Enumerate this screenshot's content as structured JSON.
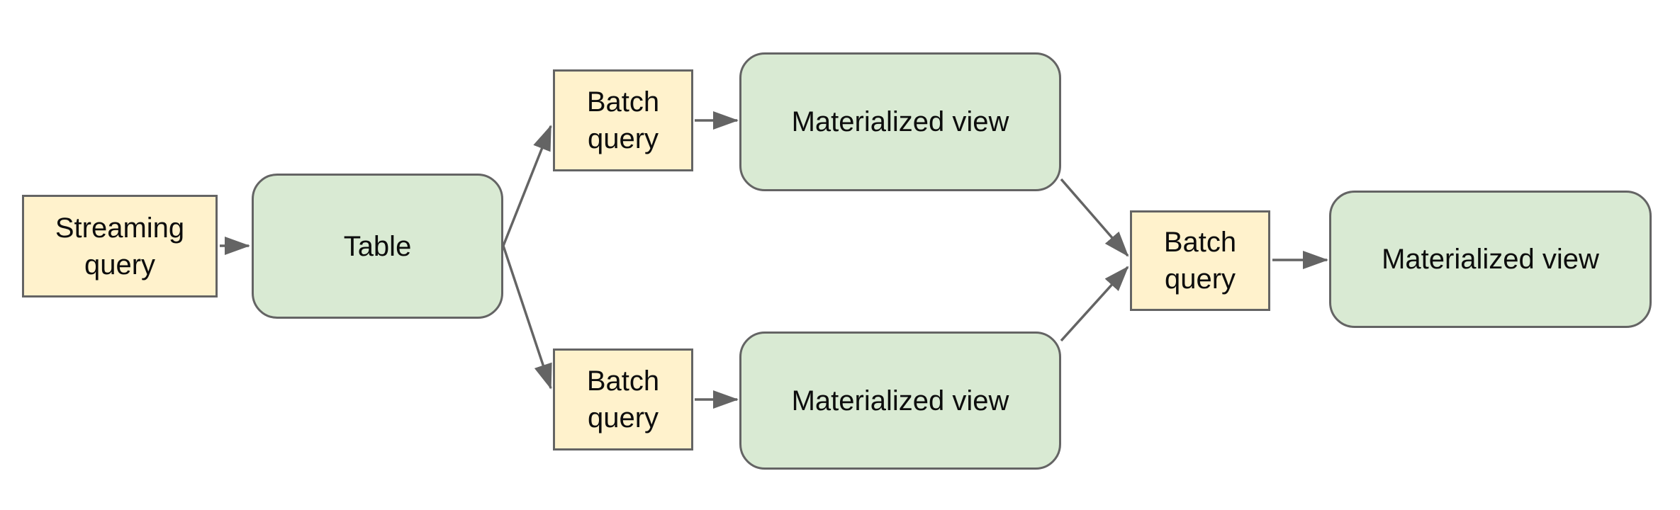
{
  "diagram": {
    "title": "streaming-to-materialized-view-pipeline",
    "colors": {
      "background": "#ffffff",
      "query_fill": "#FFF2CC",
      "data_fill": "#D9EAD3",
      "border": "#646464",
      "arrow": "#646464",
      "text": "#0d0d0d"
    },
    "nodes": [
      {
        "id": "streaming-query",
        "label": "Streaming query",
        "kind": "query"
      },
      {
        "id": "table",
        "label": "Table",
        "kind": "data"
      },
      {
        "id": "batch-query-top",
        "label": "Batch query",
        "kind": "query"
      },
      {
        "id": "materialized-view-top",
        "label": "Materialized view",
        "kind": "data"
      },
      {
        "id": "batch-query-bottom",
        "label": "Batch query",
        "kind": "query"
      },
      {
        "id": "materialized-view-bottom",
        "label": "Materialized view",
        "kind": "data"
      },
      {
        "id": "batch-query-right",
        "label": "Batch query",
        "kind": "query"
      },
      {
        "id": "materialized-view-right",
        "label": "Materialized view",
        "kind": "data"
      }
    ],
    "edges": [
      {
        "from": "streaming-query",
        "to": "table"
      },
      {
        "from": "table",
        "to": "batch-query-top"
      },
      {
        "from": "table",
        "to": "batch-query-bottom"
      },
      {
        "from": "batch-query-top",
        "to": "materialized-view-top"
      },
      {
        "from": "batch-query-bottom",
        "to": "materialized-view-bottom"
      },
      {
        "from": "materialized-view-top",
        "to": "batch-query-right"
      },
      {
        "from": "materialized-view-bottom",
        "to": "batch-query-right"
      },
      {
        "from": "batch-query-right",
        "to": "materialized-view-right"
      }
    ]
  }
}
